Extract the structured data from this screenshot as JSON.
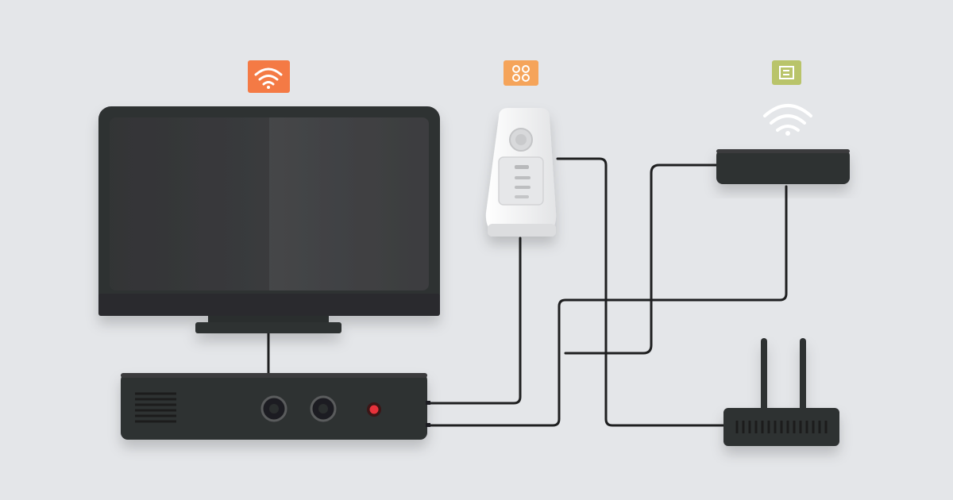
{
  "colors": {
    "background": "#e4e6e9",
    "device_dark": "#2f3032",
    "screen": "#3b3c3e",
    "cable": "#1e1f20",
    "badge_wifi": "#f47a45",
    "badge_hub": "#f5a45a",
    "badge_doc": "#b9c46a",
    "power_led": "#e8323a",
    "plug_body": "#f4f4f5",
    "wifi_waves": "#ffffff"
  },
  "icons": {
    "tv_badge": "wifi-icon",
    "plug_badge": "hub-icon",
    "box_badge": "document-icon",
    "box_signal": "wifi-signal-icon"
  },
  "devices": [
    "television",
    "smart-plug",
    "streaming-box",
    "set-top-box",
    "router"
  ]
}
